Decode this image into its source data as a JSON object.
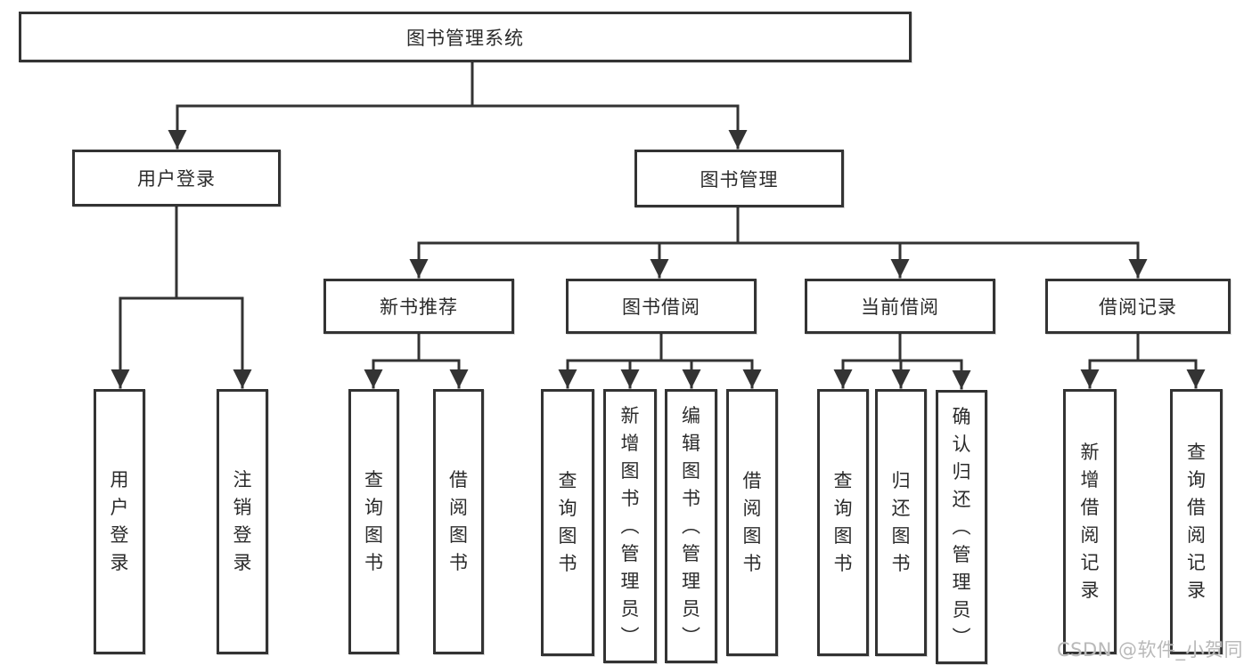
{
  "diagram": {
    "title": "图书管理系统",
    "level2": {
      "user_login": "用户登录",
      "book_management": "图书管理"
    },
    "level3": {
      "new_book": "新书推荐",
      "book_borrow": "图书借阅",
      "current_borrow": "当前借阅",
      "borrow_record": "借阅记录"
    },
    "leaves": {
      "user_login": [
        "用户登录",
        "注销登录"
      ],
      "new_book": [
        "查询图书",
        "借阅图书"
      ],
      "book_borrow": [
        "查询图书",
        "新增图书（管理员）",
        "编辑图书（管理员）",
        "借阅图书"
      ],
      "current_borrow": [
        "查询图书",
        "归还图书",
        "确认归还（管理员）"
      ],
      "borrow_record": [
        "新增借阅记录",
        "查询借阅记录"
      ]
    },
    "line_color": "#333333",
    "box_border_color": "#333333",
    "text_color": "#2b2b2b"
  },
  "watermark": {
    "text": "CSDN @软件_小贺同学",
    "color": "#b9b9b9"
  }
}
